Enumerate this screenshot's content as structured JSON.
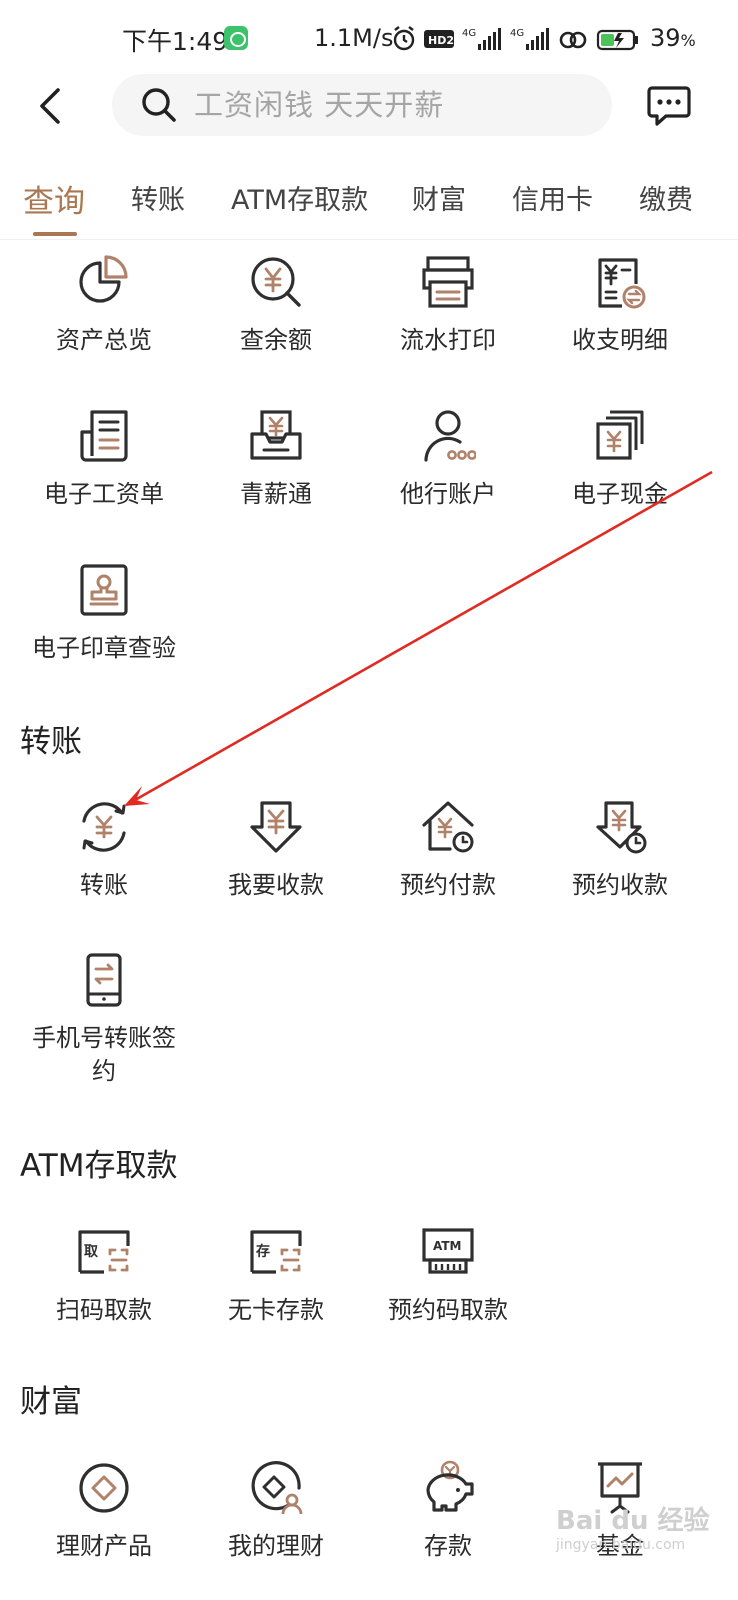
{
  "status_bar": {
    "time": "下午1:49",
    "speed": "1.1M/s",
    "battery": "39",
    "battery_unit": "%",
    "icons": [
      "alarm-icon",
      "hd-icon",
      "signal-4g-icon",
      "signal-4g-icon",
      "link-icon",
      "battery-icon"
    ]
  },
  "header": {
    "search_placeholder": "工资闲钱 天天开薪"
  },
  "tabs": [
    {
      "label": "查询",
      "active": true
    },
    {
      "label": "转账",
      "active": false
    },
    {
      "label": "ATM存取款",
      "active": false
    },
    {
      "label": "财富",
      "active": false
    },
    {
      "label": "信用卡",
      "active": false
    },
    {
      "label": "缴费",
      "active": false
    }
  ],
  "query": {
    "items": [
      {
        "label": "资产总览",
        "icon": "pie-chart-icon"
      },
      {
        "label": "查余额",
        "icon": "balance-search-icon"
      },
      {
        "label": "流水打印",
        "icon": "printer-icon"
      },
      {
        "label": "收支明细",
        "icon": "receipt-detail-icon"
      },
      {
        "label": "电子工资单",
        "icon": "payslip-icon"
      },
      {
        "label": "青薪通",
        "icon": "salary-tray-icon"
      },
      {
        "label": "他行账户",
        "icon": "other-bank-account-icon"
      },
      {
        "label": "电子现金",
        "icon": "e-cash-icon"
      },
      {
        "label": "电子印章查验",
        "icon": "seal-icon"
      }
    ]
  },
  "transfer": {
    "title": "转账",
    "items": [
      {
        "label": "转账",
        "icon": "transfer-icon"
      },
      {
        "label": "我要收款",
        "icon": "receive-money-icon"
      },
      {
        "label": "预约付款",
        "icon": "scheduled-payment-icon"
      },
      {
        "label": "预约收款",
        "icon": "scheduled-receipt-icon"
      },
      {
        "label": "手机号转账签约",
        "icon": "phone-transfer-icon"
      }
    ]
  },
  "atm": {
    "title": "ATM存取款",
    "items": [
      {
        "label": "扫码取款",
        "icon": "scan-withdraw-icon",
        "badge": "取"
      },
      {
        "label": "无卡存款",
        "icon": "cardless-deposit-icon",
        "badge": "存"
      },
      {
        "label": "预约码取款",
        "icon": "atm-icon",
        "badge": "ATM"
      }
    ]
  },
  "wealth": {
    "title": "财富",
    "items": [
      {
        "label": "理财产品",
        "icon": "wealth-product-icon"
      },
      {
        "label": "我的理财",
        "icon": "my-wealth-icon"
      },
      {
        "label": "存款",
        "icon": "piggy-bank-icon"
      },
      {
        "label": "基金",
        "icon": "fund-icon"
      }
    ]
  },
  "watermark": {
    "text": "Bai du 经验",
    "sub": "jingyan.baidu.com"
  },
  "colors": {
    "accent": "#a97752",
    "icon_dark": "#2f2f2f",
    "icon_accent": "#b0826a",
    "annotation_arrow": "#e02a22"
  }
}
